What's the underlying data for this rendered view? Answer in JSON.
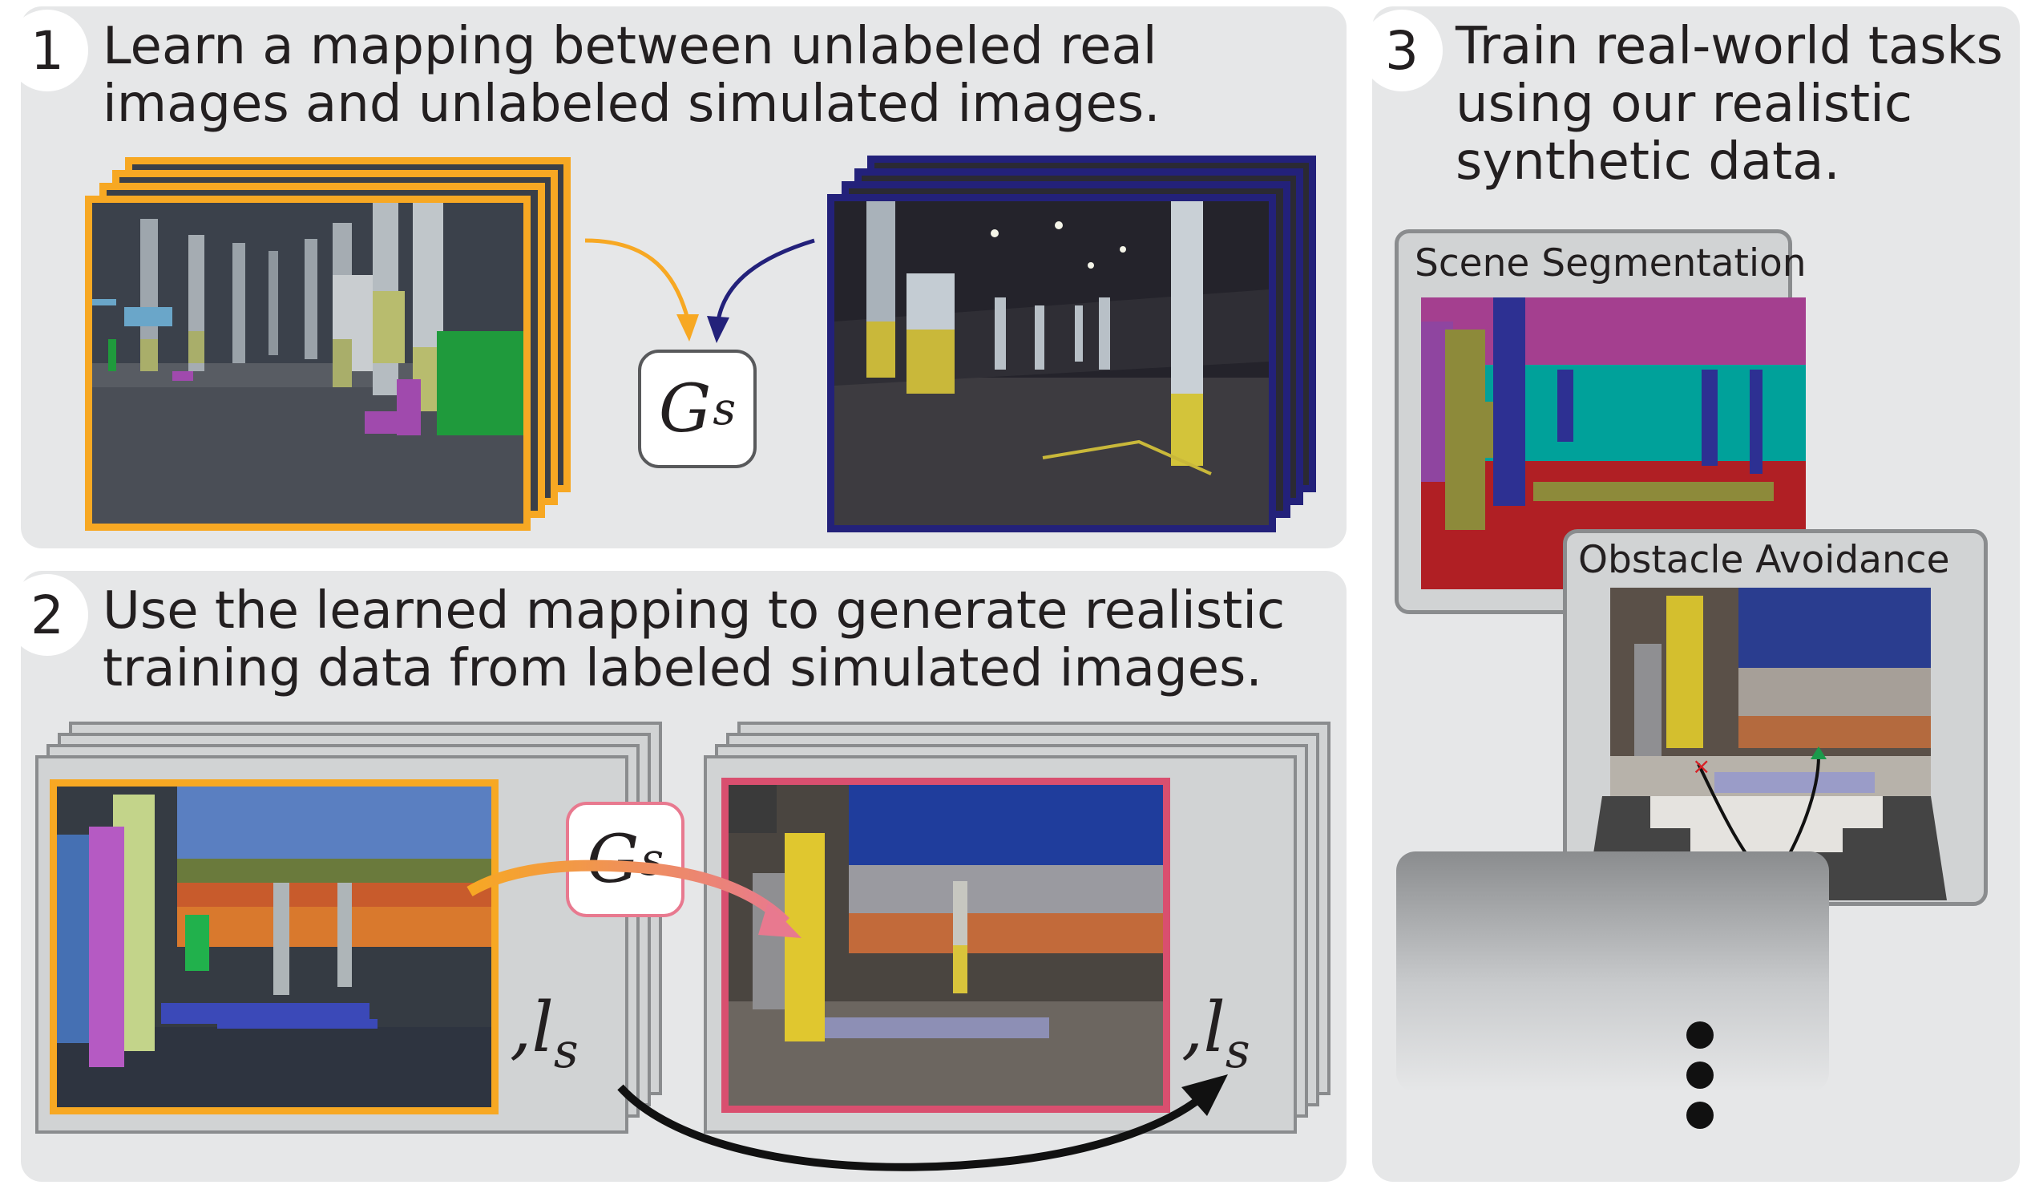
{
  "steps": [
    {
      "number": "1",
      "line1": "Learn a mapping between unlabeled real",
      "line2": "images and unlabeled simulated images."
    },
    {
      "number": "2",
      "line1": "Use the learned mapping to generate realistic",
      "line2": "training data from labeled simulated images."
    },
    {
      "number": "3",
      "line1": "Train real-world tasks",
      "line2": "using our realistic",
      "line3": "synthetic data."
    }
  ],
  "generator": {
    "symbol": "G",
    "subscript": "s"
  },
  "label": {
    "prefix": ",",
    "symbol": "l",
    "subscript": "s"
  },
  "tasks": {
    "scene_segmentation": "Scene Segmentation",
    "obstacle_avoidance": "Obstacle Avoidance"
  },
  "colors": {
    "simulated": "#f7a823",
    "real": "#23217a",
    "generated": "#d94f6f",
    "panel": "#e6e7e8"
  }
}
